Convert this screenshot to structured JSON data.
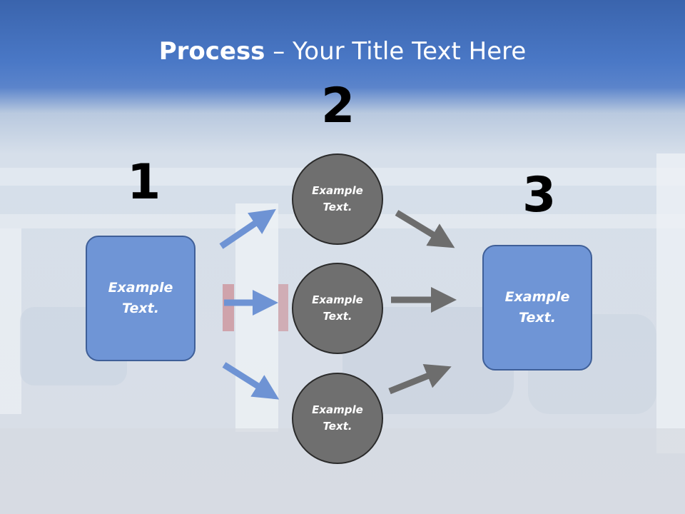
{
  "title": {
    "bold": "Process",
    "rest": " – Your Title Text Here"
  },
  "numbers": {
    "n1": "1",
    "n2": "2",
    "n3": "3"
  },
  "left_box": {
    "text": "Example Text."
  },
  "right_box": {
    "text": "Example Text."
  },
  "circles": [
    {
      "text": "Example Text."
    },
    {
      "text": "Example Text."
    },
    {
      "text": "Example Text."
    }
  ],
  "colors": {
    "header": "#3f6ec4",
    "box": "#6f95d6",
    "circle": "#6f6f6f",
    "blue_arrow": "#6e93d4",
    "gray_arrow": "#6d6d6d"
  }
}
